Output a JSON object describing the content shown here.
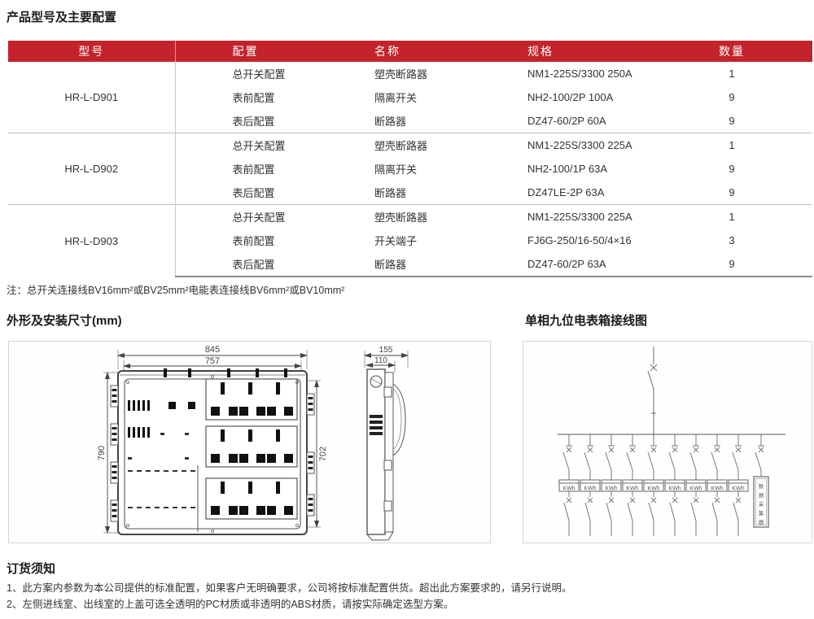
{
  "page": {
    "title": "产品型号及主要配置"
  },
  "colors": {
    "header_red": "#c4232b"
  },
  "table": {
    "columns": [
      "型号",
      "配置",
      "名称",
      "规格",
      "数量"
    ],
    "groups": [
      {
        "model": "HR-L-D901",
        "rows": [
          {
            "config": "总开关配置",
            "name": "塑壳断路器",
            "spec": "NM1-225S/3300  250A",
            "qty": "1"
          },
          {
            "config": "表前配置",
            "name": "隔离开关",
            "spec": "NH2-100/2P  100A",
            "qty": "9"
          },
          {
            "config": "表后配置",
            "name": "断路器",
            "spec": "DZ47-60/2P  60A",
            "qty": "9"
          }
        ]
      },
      {
        "model": "HR-L-D902",
        "rows": [
          {
            "config": "总开关配置",
            "name": "塑壳断路器",
            "spec": "NM1-225S/3300  225A",
            "qty": "1"
          },
          {
            "config": "表前配置",
            "name": "隔离开关",
            "spec": "NH2-100/1P  63A",
            "qty": "9"
          },
          {
            "config": "表后配置",
            "name": "断路器",
            "spec": "DZ47LE-2P  63A",
            "qty": "9"
          }
        ]
      },
      {
        "model": "HR-L-D903",
        "rows": [
          {
            "config": "总开关配置",
            "name": "塑壳断路器",
            "spec": "NM1-225S/3300  225A",
            "qty": "1"
          },
          {
            "config": "表前配置",
            "name": "开关端子",
            "spec": "FJ6G-250/16-50/4×16",
            "qty": "3"
          },
          {
            "config": "表后配置",
            "name": "断路器",
            "spec": "DZ47-60/2P  63A",
            "qty": "9"
          }
        ]
      }
    ]
  },
  "note": "注：总开关连接线BV16mm²或BV25mm²电能表连接线BV6mm²或BV10mm²",
  "sections": {
    "dimensions_title": "外形及安装尺寸(mm)",
    "wiring_title": "单相九位电表箱接线图"
  },
  "dimensions": {
    "outer_width": "845",
    "inner_width": "757",
    "height": "790",
    "inner_height": "702",
    "depth": "155",
    "inner_depth": "110"
  },
  "wiring": {
    "meter_label": "KWh",
    "meter_count": "9",
    "collector_chars": [
      "数",
      "据",
      "采",
      "集",
      "器"
    ]
  },
  "order_notes": {
    "title": "订货须知",
    "items": [
      "1、此方案内参数为本公司提供的标准配置，如果客户无明确要求，公司将按标准配置供货。超出此方案要求的，请另行说明。",
      "2、左侧进线室、出线室的上盖可选全透明的PC材质或非透明的ABS材质，请按实际确定选型方案。"
    ]
  }
}
